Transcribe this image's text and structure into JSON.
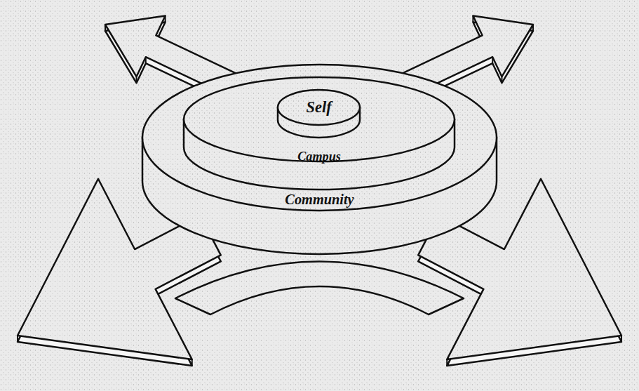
{
  "diagram": {
    "nodes": [
      {
        "text": [
          "Community"
        ]
      },
      {
        "text": [
          "Campus"
        ],
        "in": 0
      },
      {
        "text": [
          "Self"
        ],
        "in": 1
      }
    ]
  }
}
